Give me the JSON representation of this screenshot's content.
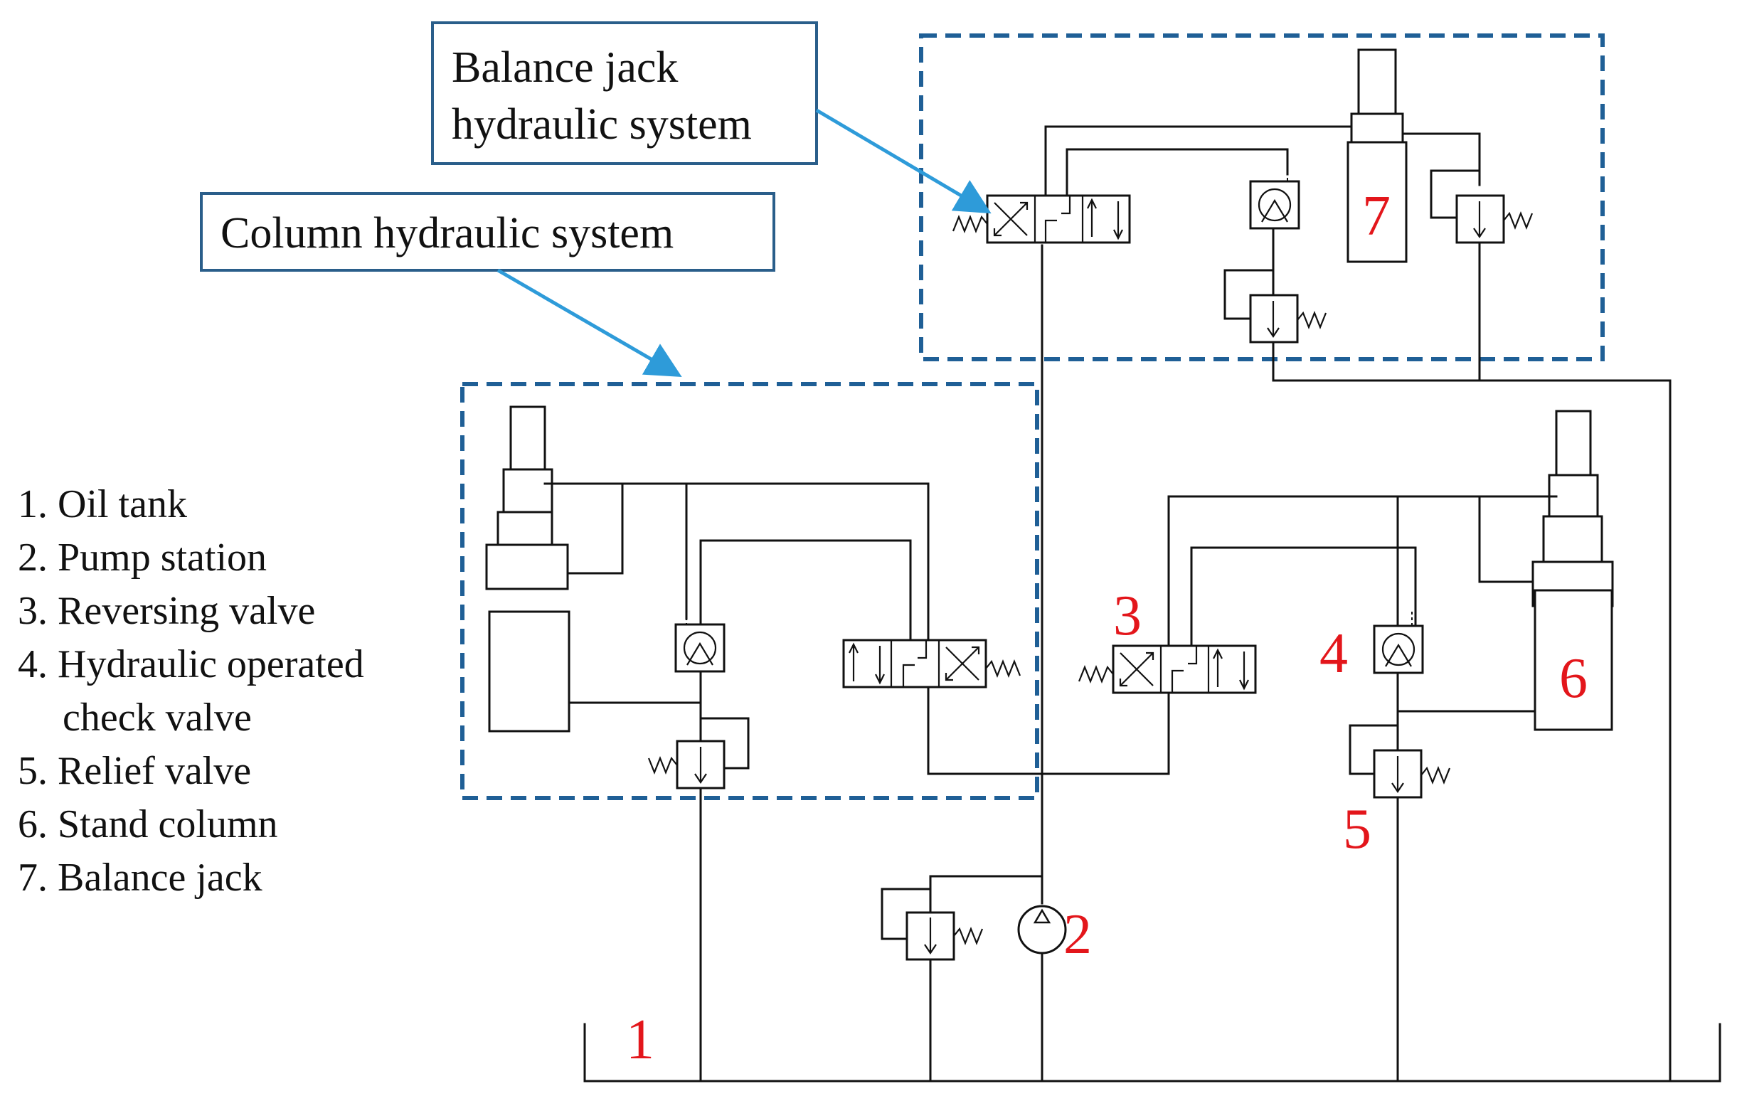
{
  "callouts": {
    "balance_line1": "Balance jack",
    "balance_line2": "hydraulic system",
    "column": "Column hydraulic system"
  },
  "legend": {
    "item1": "1. Oil tank",
    "item2": "2. Pump station",
    "item3": "3. Reversing valve",
    "item4a": "4. Hydraulic operated",
    "item4b": "check valve",
    "item5": "5. Relief valve",
    "item6": "6. Stand column",
    "item7": "7. Balance jack"
  },
  "numbers": {
    "n1": "1",
    "n2": "2",
    "n3": "3",
    "n4": "4",
    "n5": "5",
    "n6": "6",
    "n7": "7"
  },
  "colors": {
    "number_red": "#e3161b",
    "group_border_blue": "#1f5f96",
    "callout_arrow_blue": "#2e9bd9"
  }
}
